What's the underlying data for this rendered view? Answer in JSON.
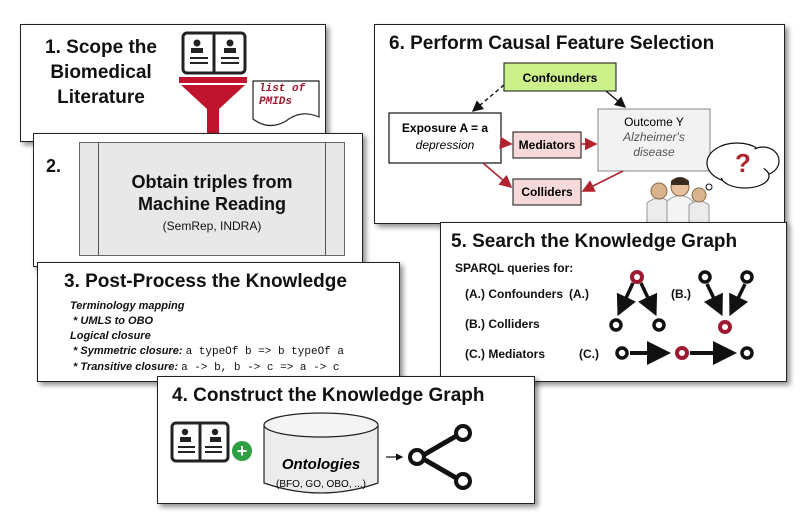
{
  "panel1": {
    "title_line1": "1.  Scope the",
    "title_line2": "Biomedical",
    "title_line3": "Literature",
    "note_line1": "list of",
    "note_line2": "PMIDs"
  },
  "panel2": {
    "number": "2.",
    "title_line1": "Obtain triples from",
    "title_line2": "Machine Reading",
    "subtitle": "(SemRep, INDRA)"
  },
  "panel3": {
    "title": "3.  Post-Process the Knowledge",
    "line1": "Terminology mapping",
    "line2": " * UMLS to OBO",
    "line3": "Logical closure",
    "line4_label": " * Symmetric closure: ",
    "line4_code": "a typeOf b => b typeOf a",
    "line5_label": " * Transitive closure: ",
    "line5_code": "a -> b, b -> c => a -> c"
  },
  "panel4": {
    "title": "4.  Construct the Knowledge Graph",
    "plus": "+",
    "cylinder_title": "Ontologies",
    "cylinder_subtitle": "(BFO, GO, OBO, ...)"
  },
  "panel5": {
    "title": "5. Search the Knowledge Graph",
    "intro": "SPARQL queries for:",
    "item_a": "(A.) Confounders",
    "item_b": "(B.) Colliders",
    "item_c": "(C.) Mediators",
    "label_a": "(A.)",
    "label_b": "(B.)",
    "label_c": "(C.)"
  },
  "panel6": {
    "title": "6.  Perform Causal Feature Selection",
    "confounders": "Confounders",
    "exposure_line1": "Exposure A = a",
    "exposure_line2": "depression",
    "mediators": "Mediators",
    "colliders": "Colliders",
    "outcome_line1": "Outcome Y",
    "outcome_line2": "Alzheimer's",
    "outcome_line3": "disease",
    "question": "?"
  },
  "colors": {
    "accent_red": "#9b1c31",
    "funnel_red": "#c0142e",
    "confounder_fill": "#ccf08a",
    "red_node_fill": "#f7d9d9",
    "plus_green": "#2ea043",
    "panel2_fill": "#e8e8e8"
  }
}
